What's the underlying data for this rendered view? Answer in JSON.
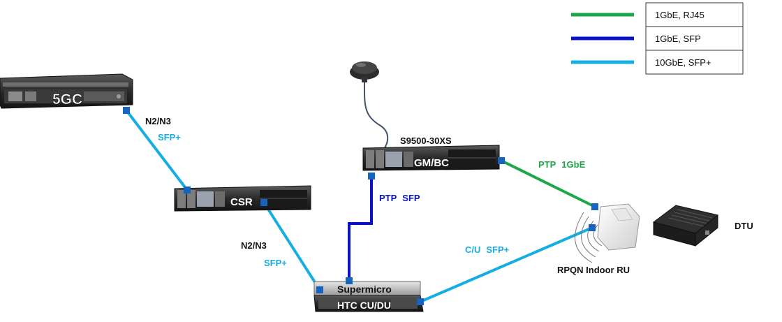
{
  "legend": {
    "items": [
      {
        "label": "1GbE, RJ45",
        "color": "#1ea64a"
      },
      {
        "label": "1GbE, SFP",
        "color": "#0a12c8"
      },
      {
        "label": "10GbE, SFP+",
        "color": "#16ade3"
      }
    ]
  },
  "devices": {
    "core": {
      "label": "5GC"
    },
    "csr": {
      "label": "CSR"
    },
    "switch": {
      "label": "GM/BC",
      "model": "S9500-30XS"
    },
    "server": {
      "label": "HTC CU/DU",
      "vendor": "Supermicro"
    },
    "radio": {
      "label": "RPQN Indoor RU"
    },
    "dtu": {
      "label": "DTU"
    }
  },
  "links": {
    "core_csr": {
      "proto": "N2/N3",
      "media": "SFP+"
    },
    "csr_server": {
      "proto": "N2/N3",
      "media": "SFP+"
    },
    "switch_server": {
      "proto": "PTP",
      "media": "SFP"
    },
    "switch_radio": {
      "proto": "PTP",
      "media": "1GbE"
    },
    "server_radio": {
      "proto": "C/U",
      "media": "SFP+"
    }
  },
  "colors": {
    "rj45": "#1ea64a",
    "sfp": "#0a12c8",
    "sfp_plus": "#16ade3",
    "port": "#1565c0",
    "chassis": "#2b2b2b"
  }
}
